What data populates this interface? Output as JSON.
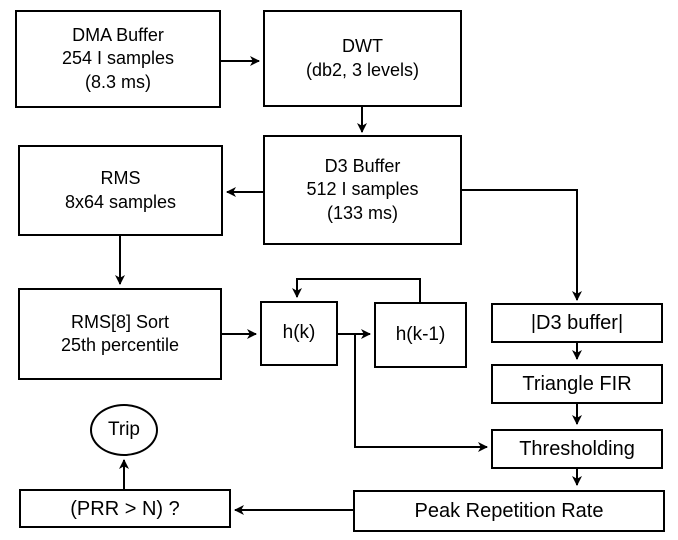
{
  "colors": {
    "background": "#ffffff",
    "line": "#000000",
    "box_fill": "#ffffff",
    "text": "#000000"
  },
  "diagram": {
    "type": "flowchart",
    "nodes": {
      "dma_buffer": {
        "lines": [
          "DMA Buffer",
          "254 I samples",
          "(8.3 ms)"
        ]
      },
      "dwt": {
        "lines": [
          "DWT",
          "(db2, 3 levels)"
        ]
      },
      "d3_buffer": {
        "lines": [
          "D3 Buffer",
          "512 I samples",
          "(133 ms)"
        ]
      },
      "rms": {
        "lines": [
          "RMS",
          "8x64 samples"
        ]
      },
      "rms_sort": {
        "lines": [
          "RMS[8] Sort",
          "25th percentile"
        ]
      },
      "h_k": {
        "label": "h(k)"
      },
      "h_k_minus_1": {
        "label": "h(k-1)"
      },
      "d3_abs": {
        "label": "|D3 buffer|"
      },
      "triangle_fir": {
        "label": "Triangle FIR"
      },
      "thresholding": {
        "label": "Thresholding"
      },
      "peak_repetition_rate": {
        "label": "Peak Repetition Rate"
      },
      "prr_check": {
        "label": "(PRR > N) ?"
      },
      "trip": {
        "label": "Trip"
      }
    },
    "edges": [
      {
        "from": "dma_buffer",
        "to": "dwt"
      },
      {
        "from": "dwt",
        "to": "d3_buffer"
      },
      {
        "from": "d3_buffer",
        "to": "rms"
      },
      {
        "from": "d3_buffer",
        "to": "d3_abs"
      },
      {
        "from": "rms",
        "to": "rms_sort"
      },
      {
        "from": "rms_sort",
        "to": "h_k"
      },
      {
        "from": "h_k",
        "to": "h_k_minus_1"
      },
      {
        "from": "h_k_minus_1",
        "to": "h_k",
        "note": "feedback loop"
      },
      {
        "from": "h_k",
        "to": "thresholding"
      },
      {
        "from": "d3_abs",
        "to": "triangle_fir"
      },
      {
        "from": "triangle_fir",
        "to": "thresholding"
      },
      {
        "from": "thresholding",
        "to": "peak_repetition_rate"
      },
      {
        "from": "peak_repetition_rate",
        "to": "prr_check"
      },
      {
        "from": "prr_check",
        "to": "trip"
      }
    ]
  }
}
